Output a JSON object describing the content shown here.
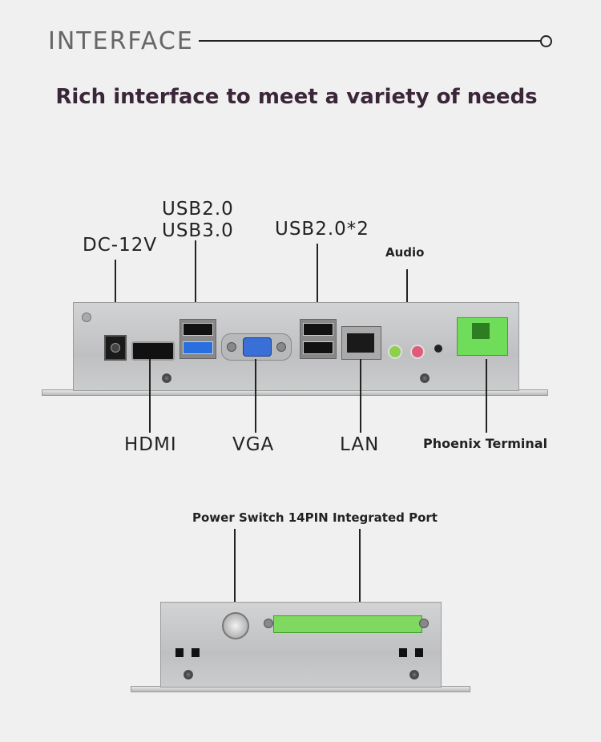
{
  "header": {
    "section_title": "INTERFACE",
    "headline": "Rich interface to meet a variety of needs"
  },
  "top_panel_labels": {
    "usb_combo_1": "USB2.0",
    "usb_combo_2": "USB3.0",
    "dc": "DC-12V",
    "usb_double": "USB2.0*2",
    "audio": "Audio",
    "hdmi": "HDMI",
    "vga": "VGA",
    "lan": "LAN",
    "phoenix": "Phoenix Terminal"
  },
  "bottom_panel_labels": {
    "front": "Power Switch 14PIN Integrated Port"
  },
  "colors": {
    "background": "#f0f0f0",
    "phoenix_terminal": "#6fdc5a",
    "vga_port": "#3a6fd8",
    "usb3_port": "#2a6fe0",
    "audio_green": "#8dd14a",
    "audio_pink": "#e05a7a"
  }
}
